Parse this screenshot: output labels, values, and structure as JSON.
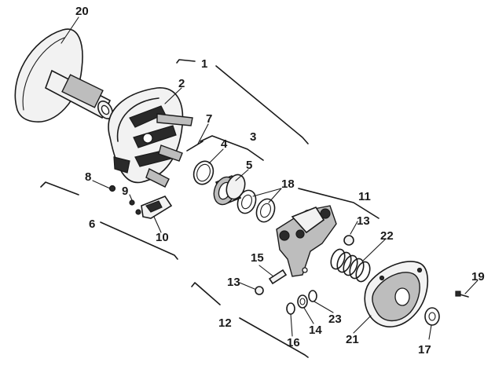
{
  "callouts": {
    "c1": "1",
    "c2": "2",
    "c3": "3",
    "c4": "4",
    "c5": "5",
    "c6": "6",
    "c7": "7",
    "c8": "8",
    "c9": "9",
    "c10": "10",
    "c11": "11",
    "c12": "12",
    "c13a": "13",
    "c13b": "13",
    "c14": "14",
    "c15": "15",
    "c16": "16",
    "c17": "17",
    "c18": "18",
    "c19": "19",
    "c20": "20",
    "c21": "21",
    "c22": "22",
    "c23": "23"
  },
  "colors": {
    "ink": "#1a1a1a",
    "paper": "#ffffff",
    "shade": "#bdbdbd"
  }
}
